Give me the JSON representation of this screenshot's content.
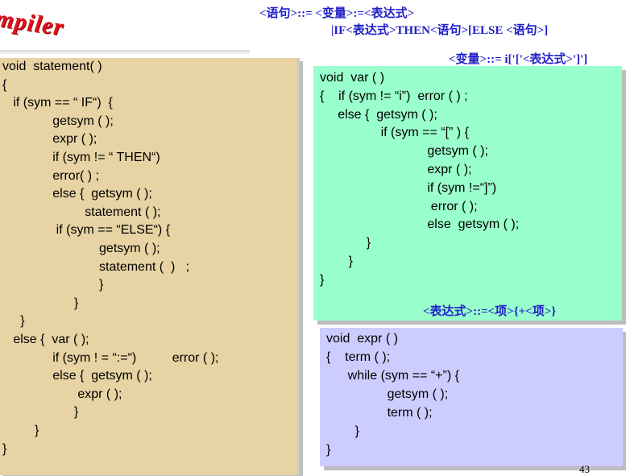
{
  "logo": {
    "text": "mpiler"
  },
  "grammar": {
    "line1": "<语句>::= <变量>:=<表达式>",
    "line2": "|IF<表达式>THEN<语句>[ELSE <语句>]",
    "line3": "<变量>::= i['['<表达式>']']",
    "line4": "<表达式>::=<项>{+<项>}"
  },
  "statement_code": [
    "void  statement( )",
    "{",
    "   if (sym == “ IF“)  {",
    "              getsym ( );",
    "              expr ( );",
    "              if (sym != “ THEN“)",
    "              error( ) ;",
    "              else {  getsym ( );",
    "                       statement ( );",
    "               if (sym == “ELSE“) {",
    "                           getsym ( );",
    "                           statement (  )   ;",
    "                           }",
    "                    }",
    "     }",
    "   else {  var ( );",
    "              if (sym ! = “:=“)          error ( );",
    "              else {  getsym ( );",
    "                     expr ( );",
    "                    }",
    "         }",
    "}"
  ],
  "var_code": [
    "void  var ( )",
    "{    if (sym != “i”)  error ( ) ;",
    "     else {  getsym ( );",
    "                 if (sym == “[” ) {",
    "                              getsym ( );",
    "                              expr ( );",
    "                              if (sym !=“]”)",
    "                               error ( );",
    "                              else  getsym ( );",
    "             }",
    "        }",
    "}"
  ],
  "expr_code": [
    "void  expr ( )",
    "{    term ( );",
    "      while (sym == “+”) {",
    "                 getsym ( );",
    "                 term ( );",
    "        }",
    "}"
  ],
  "page_number": "43"
}
